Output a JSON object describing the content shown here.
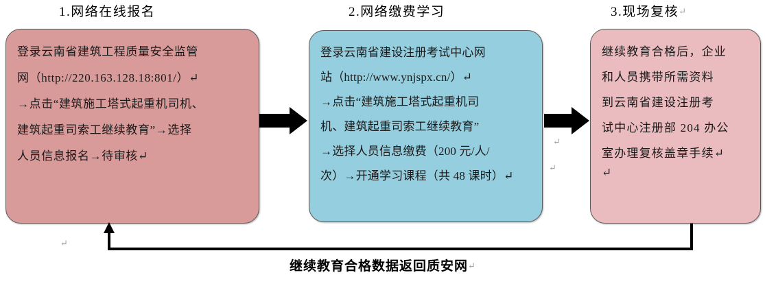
{
  "diagram": {
    "title_bottom": "继续教育合格数据返回质安网",
    "title_bottom_mark": "↵",
    "colors": {
      "step1_fill": "#d99a9a",
      "step2_fill": "#95cede",
      "step3_fill": "#ebbcbf",
      "box_border": "#5a5a5a",
      "arrow": "#000000",
      "text": "#1a1a1a",
      "mark": "#9aa0a6"
    },
    "steps": [
      {
        "heading": "1.网络在线报名",
        "heading_mark": "",
        "lines": [
          "登录云南省建筑工程质量安全监管",
          "网（http://220.163.128.18:801/）↵",
          "→点击“建筑施工塔式起重机司机、",
          "建筑起重司索工继续教育”→选择",
          "人员信息报名→待审核↵"
        ]
      },
      {
        "heading": "2.网络缴费学习",
        "heading_mark": "",
        "lines": [
          "登录云南省建设注册考试中心网",
          "站（http://www.ynjspx.cn/）↵",
          "→点击“建筑施工塔式起重机司",
          "机、建筑起重司索工继续教育”",
          "→选择人员信息缴费（200 元/人/",
          "次）→开通学习课程（共 48 课时）↵"
        ]
      },
      {
        "heading": "3.现场复核",
        "heading_mark": "↵",
        "lines": [
          "继续教育合格后，企业",
          "和人员携带所需资料",
          "到云南省建设注册考",
          "试中心注册部 204 办公",
          "室办理复核盖章手续↵",
          "↵"
        ]
      }
    ],
    "connectors": [
      {
        "name": "arrow-step1-to-step2"
      },
      {
        "name": "arrow-step2-to-step3"
      },
      {
        "name": "return-arrow-step3-to-step1"
      }
    ],
    "stray_marks": [
      {
        "name": "mark-below-arrow-2",
        "glyph": "↵"
      },
      {
        "name": "mark-below-box1",
        "glyph": "↵"
      },
      {
        "name": "mark-right-of-box2",
        "glyph": "↵"
      }
    ]
  }
}
